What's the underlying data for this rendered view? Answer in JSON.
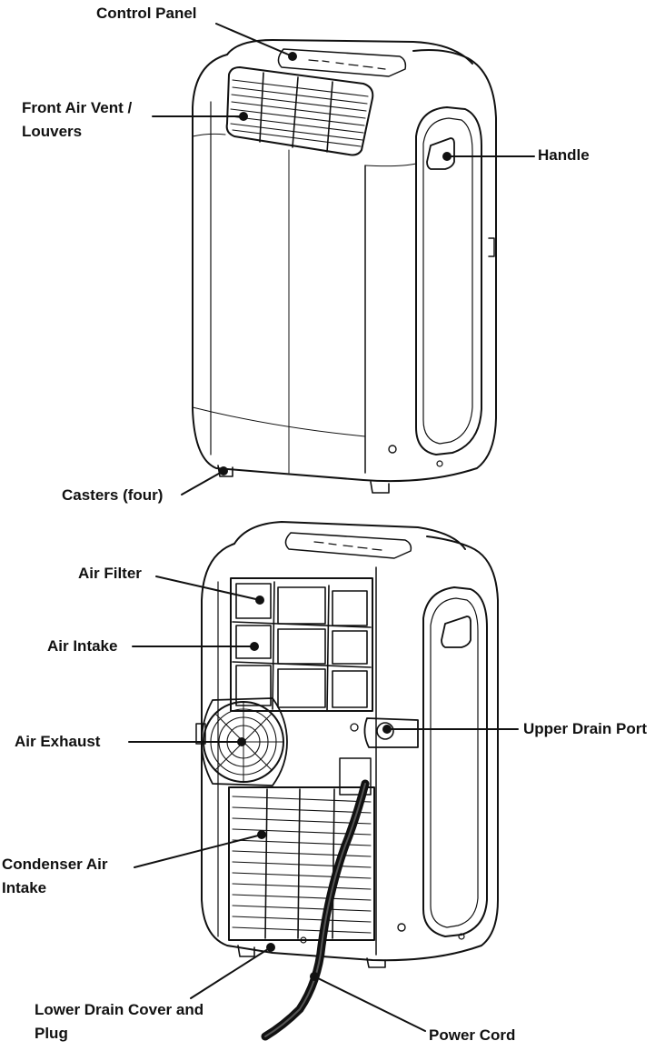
{
  "labels": {
    "control_panel": "Control Panel",
    "front_vent_line1": "Front Air Vent /",
    "front_vent_line2": "Louvers",
    "handle": "Handle",
    "casters": "Casters (four)",
    "air_filter": "Air Filter",
    "air_intake": "Air Intake",
    "air_exhaust": "Air Exhaust",
    "upper_drain_port": "Upper Drain Port",
    "condenser_line1": "Condenser Air",
    "condenser_line2": "Intake",
    "lower_drain_line1": "Lower Drain Cover and",
    "lower_drain_line2": "Plug",
    "power_cord": "Power Cord"
  },
  "colors": {
    "ink": "#111111",
    "background": "#ffffff"
  }
}
